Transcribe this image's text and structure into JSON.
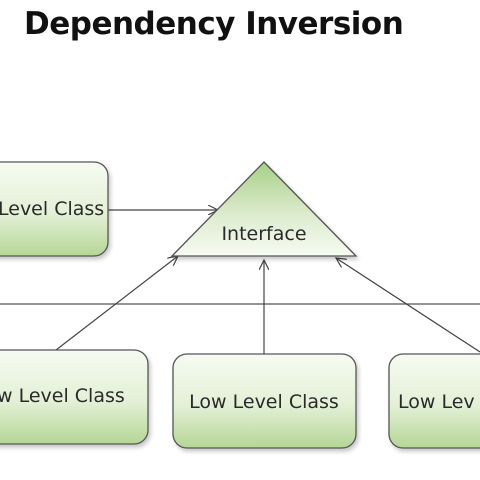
{
  "title": "Dependency Inversion",
  "nodes": {
    "high_level": "Level Class",
    "interface": "Interface",
    "low_level_1": "w Level Class",
    "low_level_2": "Low Level Class",
    "low_level_3": "Low Lev"
  },
  "colors": {
    "box_fill_top": "#f4f9ee",
    "box_fill_bottom": "#b7d89a",
    "box_stroke": "#555555",
    "line": "#444444",
    "title": "#111111"
  }
}
